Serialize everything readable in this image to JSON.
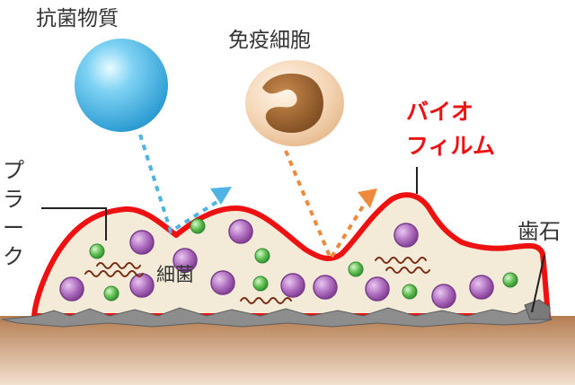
{
  "labels": {
    "antibacterial": "抗菌物質",
    "immune_cell": "免疫細胞",
    "biofilm_line1": "バイオ",
    "biofilm_line2": "フィルム",
    "plaque": "プラーク",
    "bacteria": "細菌",
    "tartar": "歯石"
  },
  "colors": {
    "biofilm_outline": "#ee1111",
    "biofilm_fill": "#f3ead8",
    "antibacterial_arrow": "#4fb3e3",
    "immune_arrow": "#ee8a3c",
    "gum": "#b07a50",
    "tartar": "#8a8a8a",
    "bacteria_purple": "#9a4fa8",
    "bacteria_green": "#46b24a",
    "bacteria_worm": "#7a2a10"
  }
}
